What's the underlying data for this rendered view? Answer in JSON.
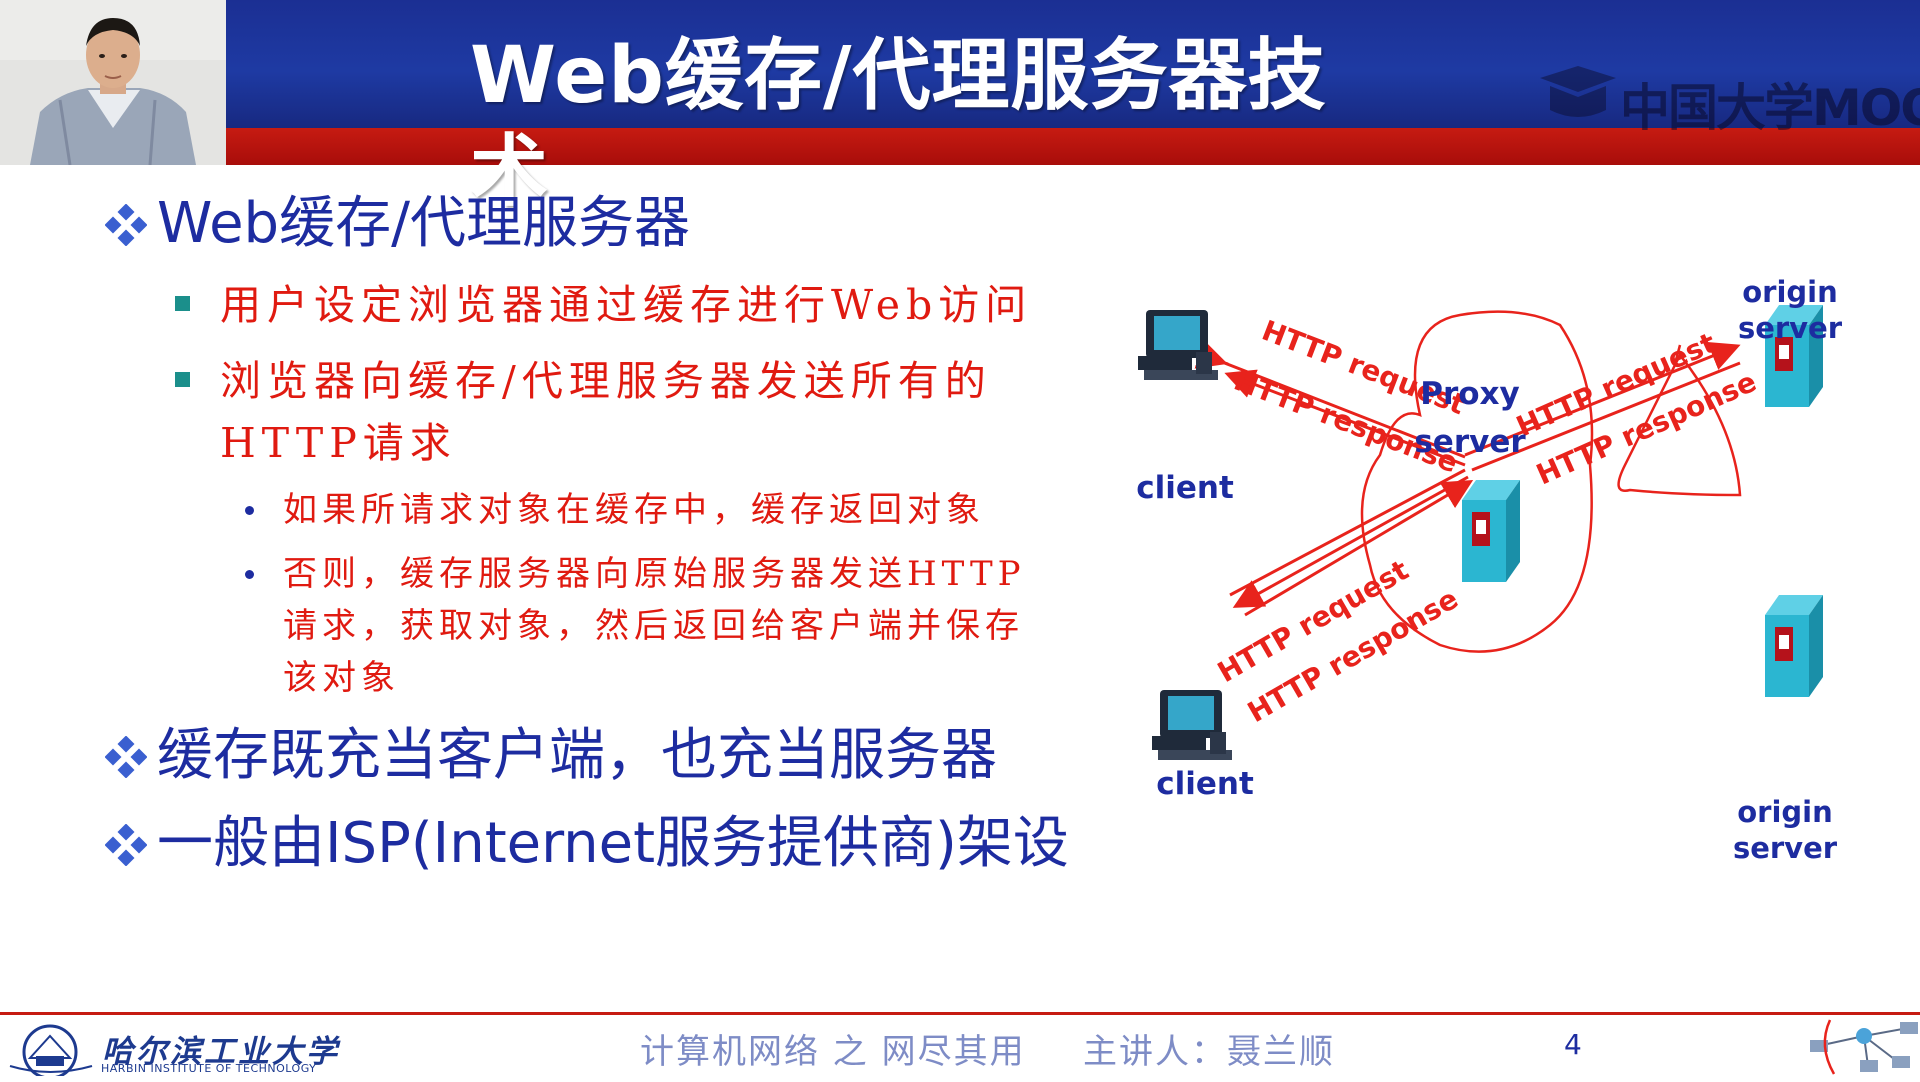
{
  "slide": {
    "title": "Web缓存/代理服务器技术",
    "watermark": "中国大学MOOC",
    "bullets": [
      "Web缓存/代理服务器",
      "缓存既充当客户端，也充当服务器",
      "一般由ISP(Internet服务提供商)架设"
    ],
    "sub_bullets": [
      "用户设定浏览器通过缓存进行Web访问",
      "浏览器向缓存/代理服务器发送所有的",
      "HTTP请求"
    ],
    "sub_sub_bullets": [
      "如果所请求对象在缓存中，缓存返回对象",
      "否则，缓存服务器向原始服务器发送HTTP",
      "请求，获取对象，然后返回给客户端并保存",
      "该对象"
    ]
  },
  "diagram": {
    "client_label": "client",
    "proxy_label_line1": "Proxy",
    "proxy_label_line2": "server",
    "origin_label_line1": "origin",
    "origin_label_line2": "server",
    "http_request": "HTTP request",
    "http_response": "HTTP response",
    "arrow_color": "#e8231c",
    "server_color": "#2bb6d1"
  },
  "footer": {
    "university_cn": "哈尔滨工业大学",
    "university_en": "HARBIN INSTITUTE OF TECHNOLOGY",
    "course": "计算机网络 之 网尽其用",
    "lecturer": "主讲人：聂兰顺",
    "page_number": "4"
  },
  "colors": {
    "header_blue": "#1e3aa3",
    "header_red": "#c61b12",
    "bullet_blue": "#1d2ca0",
    "sub_red": "#e01a10",
    "square_teal": "#1b8f8b"
  }
}
